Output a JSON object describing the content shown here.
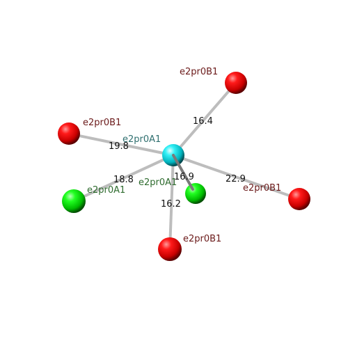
{
  "scene": {
    "center_atom": {
      "label": "e2pr0A1",
      "color": "#00e5ef",
      "label_color": "#2f6f6f"
    },
    "neighbors": [
      {
        "label": "e2pr0B1",
        "distance": "16.4",
        "color": "#ee0000",
        "label_color": "#6b1a1a"
      },
      {
        "label": "e2pr0B1",
        "distance": "19.8",
        "color": "#ee0000",
        "label_color": "#6b1a1a"
      },
      {
        "label": "e2pr0A1",
        "distance": "18.8",
        "color": "#00ee00",
        "label_color": "#2e6b2e"
      },
      {
        "label": "e2pr0A1",
        "distance": "16.9",
        "color": "#00ee00",
        "label_color": "#2e6b2e"
      },
      {
        "label": "e2pr0B1",
        "distance": "16.2",
        "color": "#ee0000",
        "label_color": "#6b1a1a"
      },
      {
        "label": "e2pr0B1",
        "distance": "22.9",
        "color": "#ee0000",
        "label_color": "#6b1a1a"
      }
    ]
  }
}
